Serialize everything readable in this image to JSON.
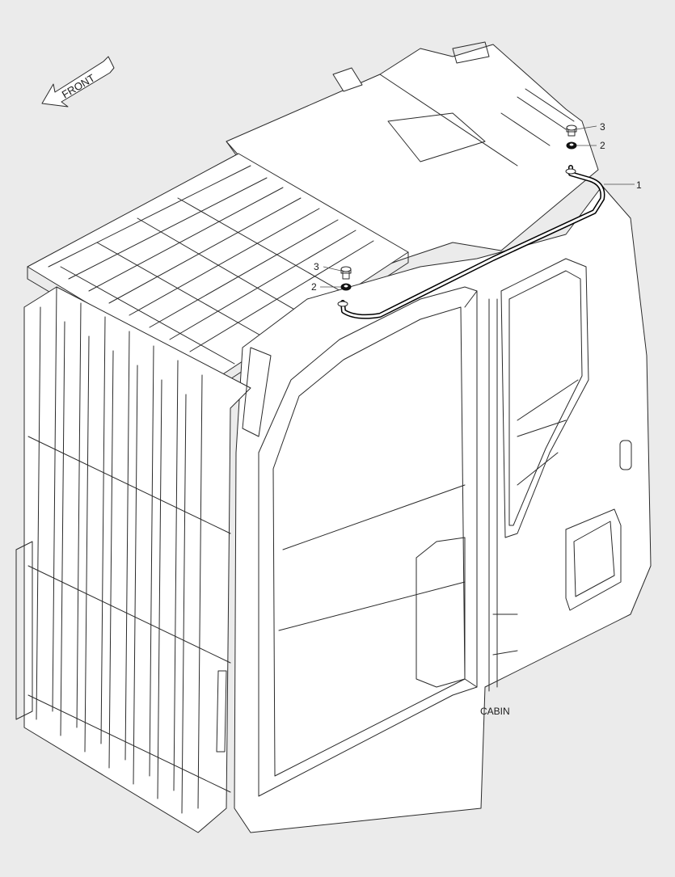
{
  "diagram": {
    "caption": "CABIN",
    "direction_label": "FRONT",
    "callouts": [
      {
        "id": "c1",
        "number": "1"
      },
      {
        "id": "c2a",
        "number": "2"
      },
      {
        "id": "c3a",
        "number": "3"
      },
      {
        "id": "c2b",
        "number": "2"
      },
      {
        "id": "c3b",
        "number": "3"
      }
    ]
  }
}
